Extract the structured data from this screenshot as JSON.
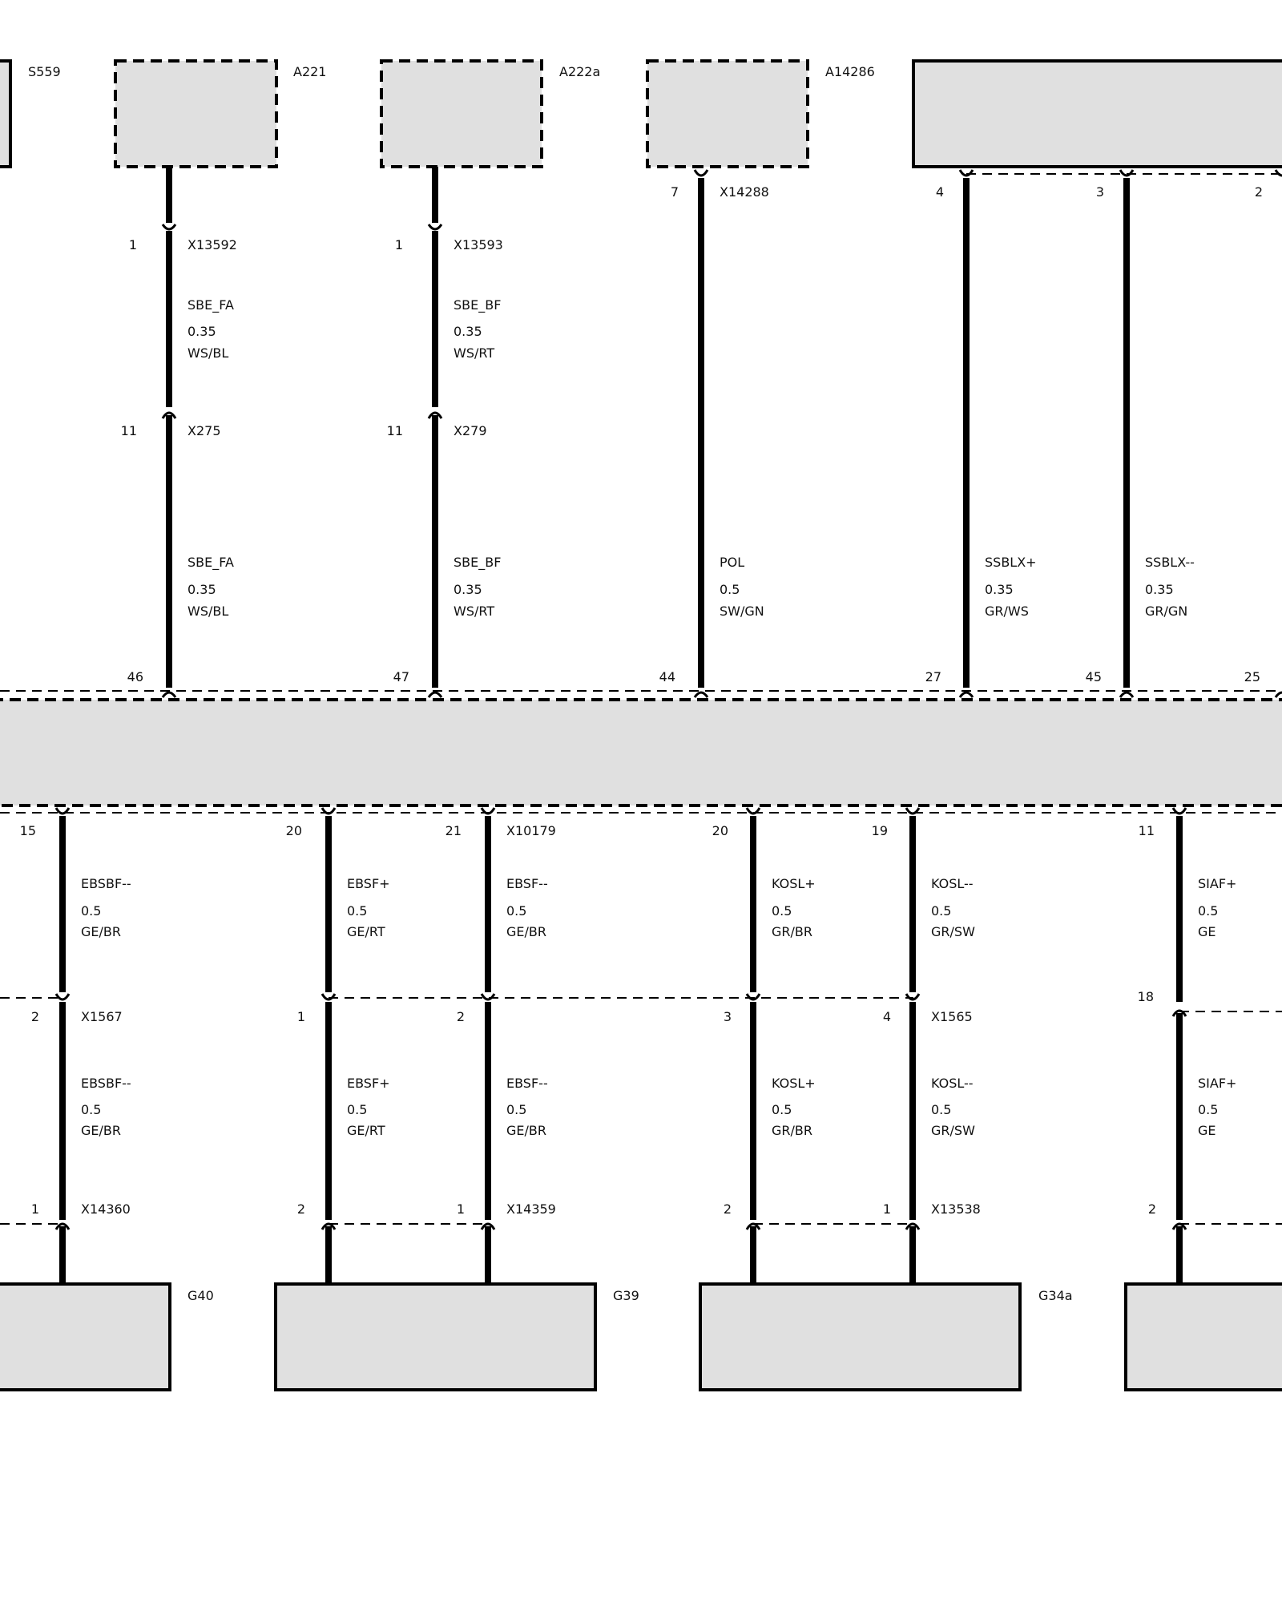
{
  "components": {
    "S559": "S559",
    "A221": "A221",
    "A222a": "A222a",
    "A14286": "A14286",
    "G40": "G40",
    "G39": "G39",
    "G34a": "G34a"
  },
  "top": {
    "pins": {
      "x13592_pin": "1",
      "x13592": "X13592",
      "x13593_pin": "1",
      "x13593": "X13593",
      "x275_pin": "11",
      "x275": "X275",
      "x279_pin": "11",
      "x279": "X279",
      "x14288_pin": "7",
      "x14288": "X14288",
      "a_pin4": "4",
      "a_pin3": "3",
      "a_pin2": "2",
      "ctl_pin46": "46",
      "ctl_pin47": "47",
      "ctl_pin44": "44",
      "ctl_pin27": "27",
      "ctl_pin45": "45",
      "ctl_pin25": "25"
    },
    "wires": {
      "w1a": {
        "name": "SBE_FA",
        "size": "0.35",
        "color": "WS/BL"
      },
      "w2a": {
        "name": "SBE_BF",
        "size": "0.35",
        "color": "WS/RT"
      },
      "w1b": {
        "name": "SBE_FA",
        "size": "0.35",
        "color": "WS/BL"
      },
      "w2b": {
        "name": "SBE_BF",
        "size": "0.35",
        "color": "WS/RT"
      },
      "w3": {
        "name": "POL",
        "size": "0.5",
        "color": "SW/GN"
      },
      "w4": {
        "name": "SSBLX+",
        "size": "0.35",
        "color": "GR/WS"
      },
      "w5": {
        "name": "SSBLX--",
        "size": "0.35",
        "color": "GR/GN"
      }
    }
  },
  "bottom": {
    "pins": {
      "c15": "15",
      "c20a": "20",
      "c21": "21",
      "x10179": "X10179",
      "c20b": "20",
      "c19": "19",
      "c11": "11",
      "m2a": "2",
      "x1567": "X1567",
      "m1": "1",
      "m2b": "2",
      "m3": "3",
      "m4": "4",
      "x1565": "X1565",
      "m18": "18",
      "g1": "1",
      "x14360": "X14360",
      "g2a": "2",
      "g1b": "1",
      "x14359": "X14359",
      "g2b": "2",
      "g1c": "1",
      "x13538": "X13538",
      "g2c": "2"
    },
    "wires": {
      "u1": {
        "name": "EBSBF--",
        "size": "0.5",
        "color": "GE/BR"
      },
      "u2": {
        "name": "EBSF+",
        "size": "0.5",
        "color": "GE/RT"
      },
      "u3": {
        "name": "EBSF--",
        "size": "0.5",
        "color": "GE/BR"
      },
      "u4": {
        "name": "KOSL+",
        "size": "0.5",
        "color": "GR/BR"
      },
      "u5": {
        "name": "KOSL--",
        "size": "0.5",
        "color": "GR/SW"
      },
      "u6": {
        "name": "SIAF+",
        "size": "0.5",
        "color": "GE"
      },
      "l1": {
        "name": "EBSBF--",
        "size": "0.5",
        "color": "GE/BR"
      },
      "l2": {
        "name": "EBSF+",
        "size": "0.5",
        "color": "GE/RT"
      },
      "l3": {
        "name": "EBSF--",
        "size": "0.5",
        "color": "GE/BR"
      },
      "l4": {
        "name": "KOSL+",
        "size": "0.5",
        "color": "GR/BR"
      },
      "l5": {
        "name": "KOSL--",
        "size": "0.5",
        "color": "GR/SW"
      },
      "l6": {
        "name": "SIAF+",
        "size": "0.5",
        "color": "GE"
      }
    }
  }
}
